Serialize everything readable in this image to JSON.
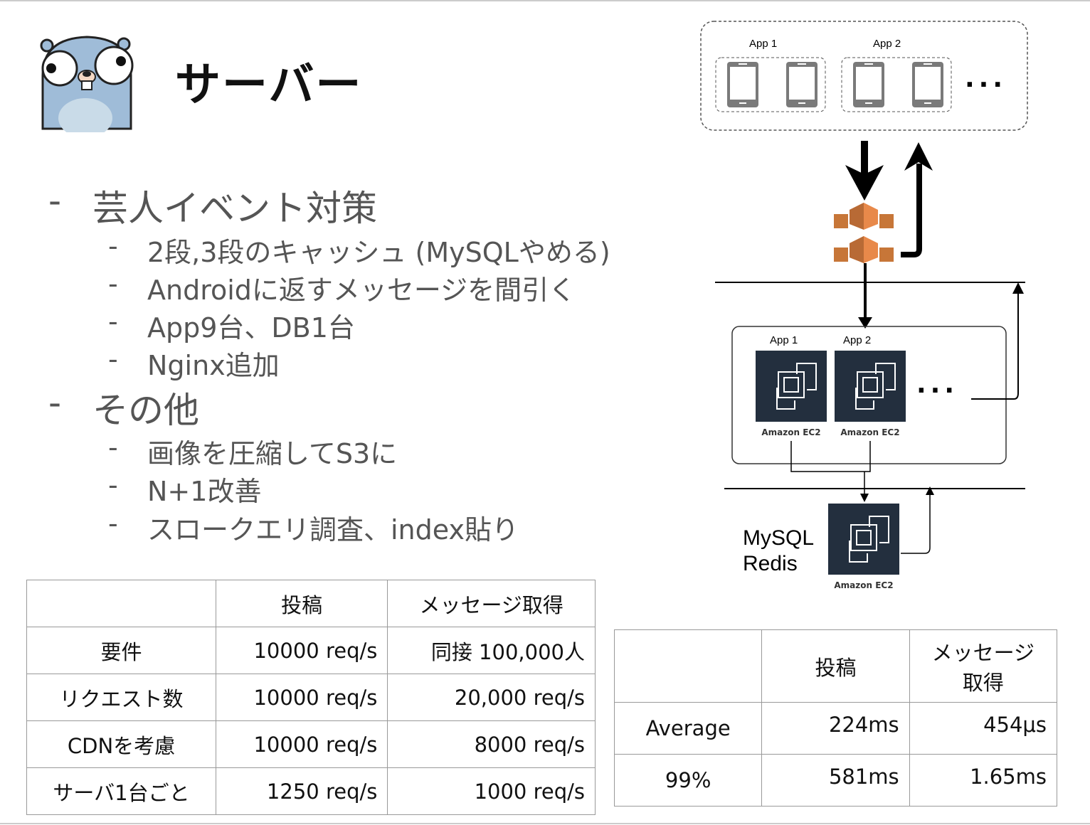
{
  "title": "サーバー",
  "bullets": [
    {
      "text": "芸人イベント対策",
      "children": [
        "2段,3段のキャッシュ (MySQLやめる)",
        "Androidに返すメッセージを間引く",
        "App9台、DB1台",
        "Nginx追加"
      ]
    },
    {
      "text": "その他",
      "children": [
        "画像を圧縮してS3に",
        "N+1改善",
        "スロークエリ調査、index貼り"
      ]
    }
  ],
  "dash": "-",
  "table1": {
    "headers": [
      "",
      "投稿",
      "メッセージ取得"
    ],
    "rows": [
      [
        "要件",
        "10000 req/s",
        "同接 100,000人"
      ],
      [
        "リクエスト数",
        "10000 req/s",
        "20,000 req/s"
      ],
      [
        "CDNを考慮",
        "10000 req/s",
        "8000 req/s"
      ],
      [
        "サーバ1台ごと",
        "1250 req/s",
        "1000 req/s"
      ]
    ]
  },
  "table2": {
    "headers": [
      "",
      "投稿",
      "メッセージ\n取得"
    ],
    "header3_lines": [
      "メッセージ",
      "取得"
    ],
    "rows": [
      [
        "Average",
        "224ms",
        "454μs"
      ],
      [
        "99%",
        "581ms",
        "1.65ms"
      ]
    ]
  },
  "diagram": {
    "client_labels": [
      "App 1",
      "App 2"
    ],
    "server_labels": [
      "App 1",
      "App 2"
    ],
    "ec2_label": "Amazon EC2",
    "ellipsis": "...",
    "db_labels": [
      "MySQL",
      "Redis"
    ],
    "colors": {
      "ec2": "#232f3e",
      "cdn": "#e8894a",
      "phone": "#7a7a7a"
    }
  }
}
